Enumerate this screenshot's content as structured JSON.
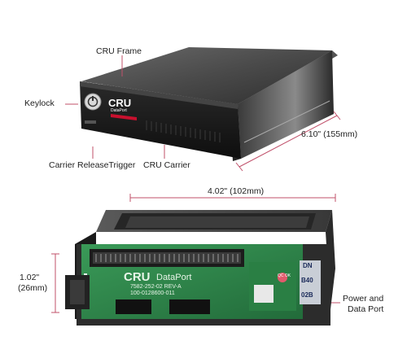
{
  "top_product": {
    "labels": {
      "frame": "CRU Frame",
      "keylock": "Keylock",
      "carrier_release": "Carrier ReleaseTrigger",
      "carrier": "CRU Carrier",
      "length": "6.10\" (155mm)"
    },
    "logo": {
      "main": "CRU",
      "sub": "DataPort"
    }
  },
  "bottom_product": {
    "labels": {
      "width": "4.02\" (102mm)",
      "height_line1": "1.02\"",
      "height_line2": "(26mm)",
      "power_line1": "Power and",
      "power_line2": "Data Port"
    },
    "board": {
      "logo_main": "CRU",
      "logo_sub": "DataPort",
      "part1": "7582-252-02 REV-A",
      "part2": "100-0128600-011",
      "qc": "QC OK",
      "chips": [
        "DN",
        "B40",
        "02B"
      ]
    }
  },
  "colors": {
    "accent_line": "#c0506a",
    "metal": "#3a3a3a",
    "pcb": "#2f8a4c"
  }
}
